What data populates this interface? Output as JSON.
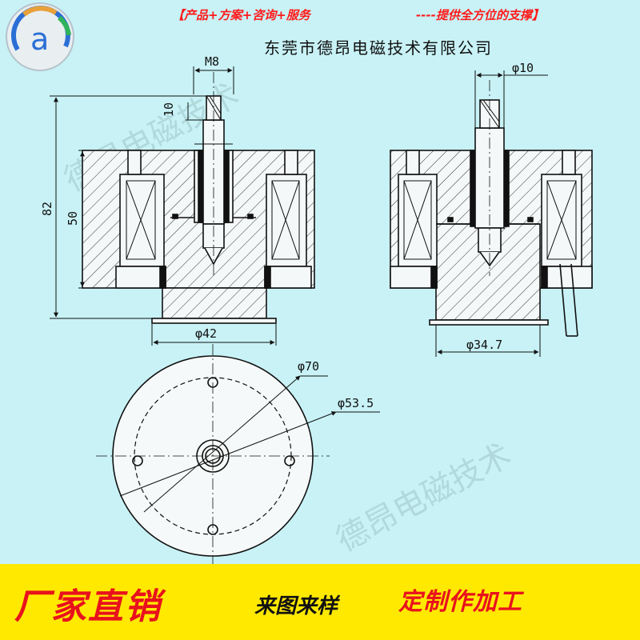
{
  "logo": {
    "letter": "a"
  },
  "header": {
    "slogan_left": "【产品+方案+咨询+服务",
    "slogan_right": "----提供全方位的支撑】",
    "company_name": "东莞市德昂电磁技术有限公司"
  },
  "dimensions": {
    "thread": "M8",
    "stroke_height": "10",
    "total_height": "82",
    "body_height": "50",
    "left_base_diameter": "φ42",
    "shaft_diameter": "φ10",
    "right_base_diameter": "φ34.7",
    "outer_diameter": "φ70",
    "bolt_circle_diameter": "φ53.5"
  },
  "watermark": {
    "text": "德昂电磁技术"
  },
  "footer": {
    "factory_direct": "厂家直销",
    "custom_drawing": "来图来样",
    "custom_process": "定制作加工"
  },
  "colors": {
    "background": "#c8f2f6",
    "band": "#ffe900",
    "red": "#e8121d",
    "line": "#111111"
  }
}
